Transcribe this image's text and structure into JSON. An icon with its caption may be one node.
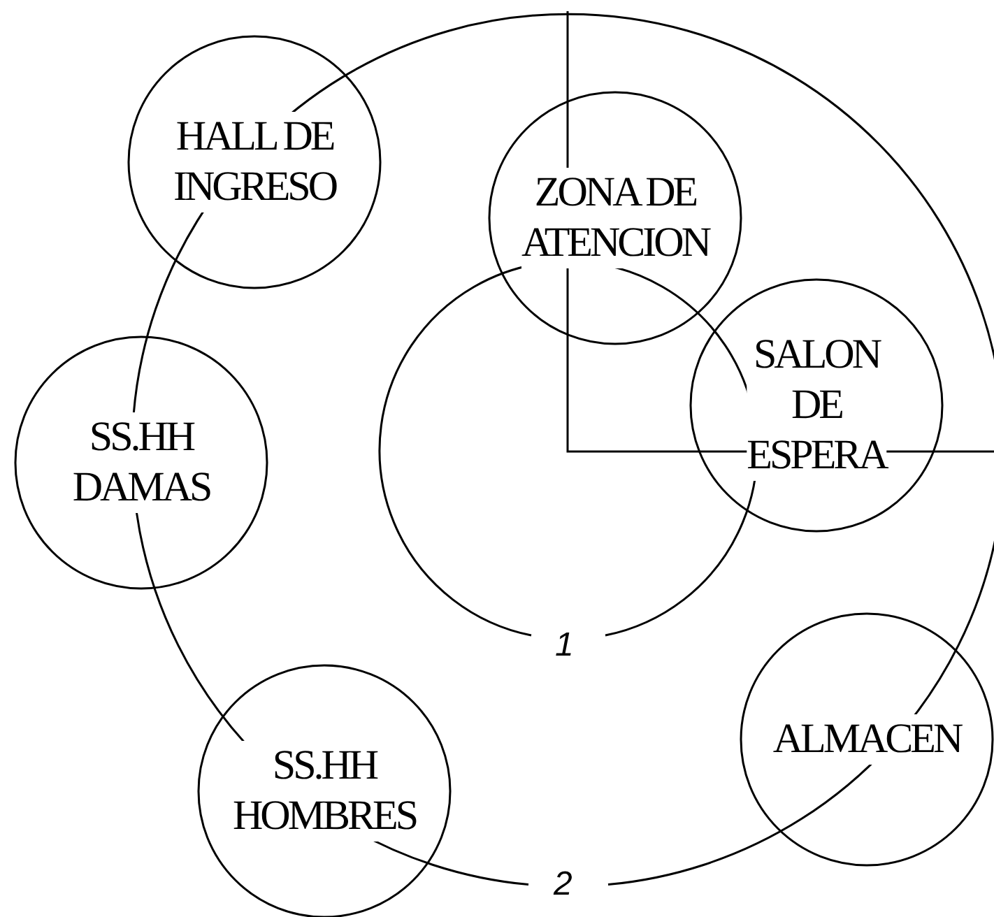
{
  "diagram": {
    "nodes": [
      {
        "text": [
          "HALL DE INGRESO"
        ]
      },
      {
        "text": [
          "ZONA DE ATENCION"
        ]
      },
      {
        "text": [
          "SS.HH DAMAS"
        ]
      },
      {
        "text": [
          "SALON DE ESPERA"
        ]
      },
      {
        "text": [
          "ALMACEN"
        ]
      },
      {
        "text": [
          "SS.HH HOMBRES"
        ]
      }
    ],
    "labels": [
      "1",
      "2"
    ]
  }
}
